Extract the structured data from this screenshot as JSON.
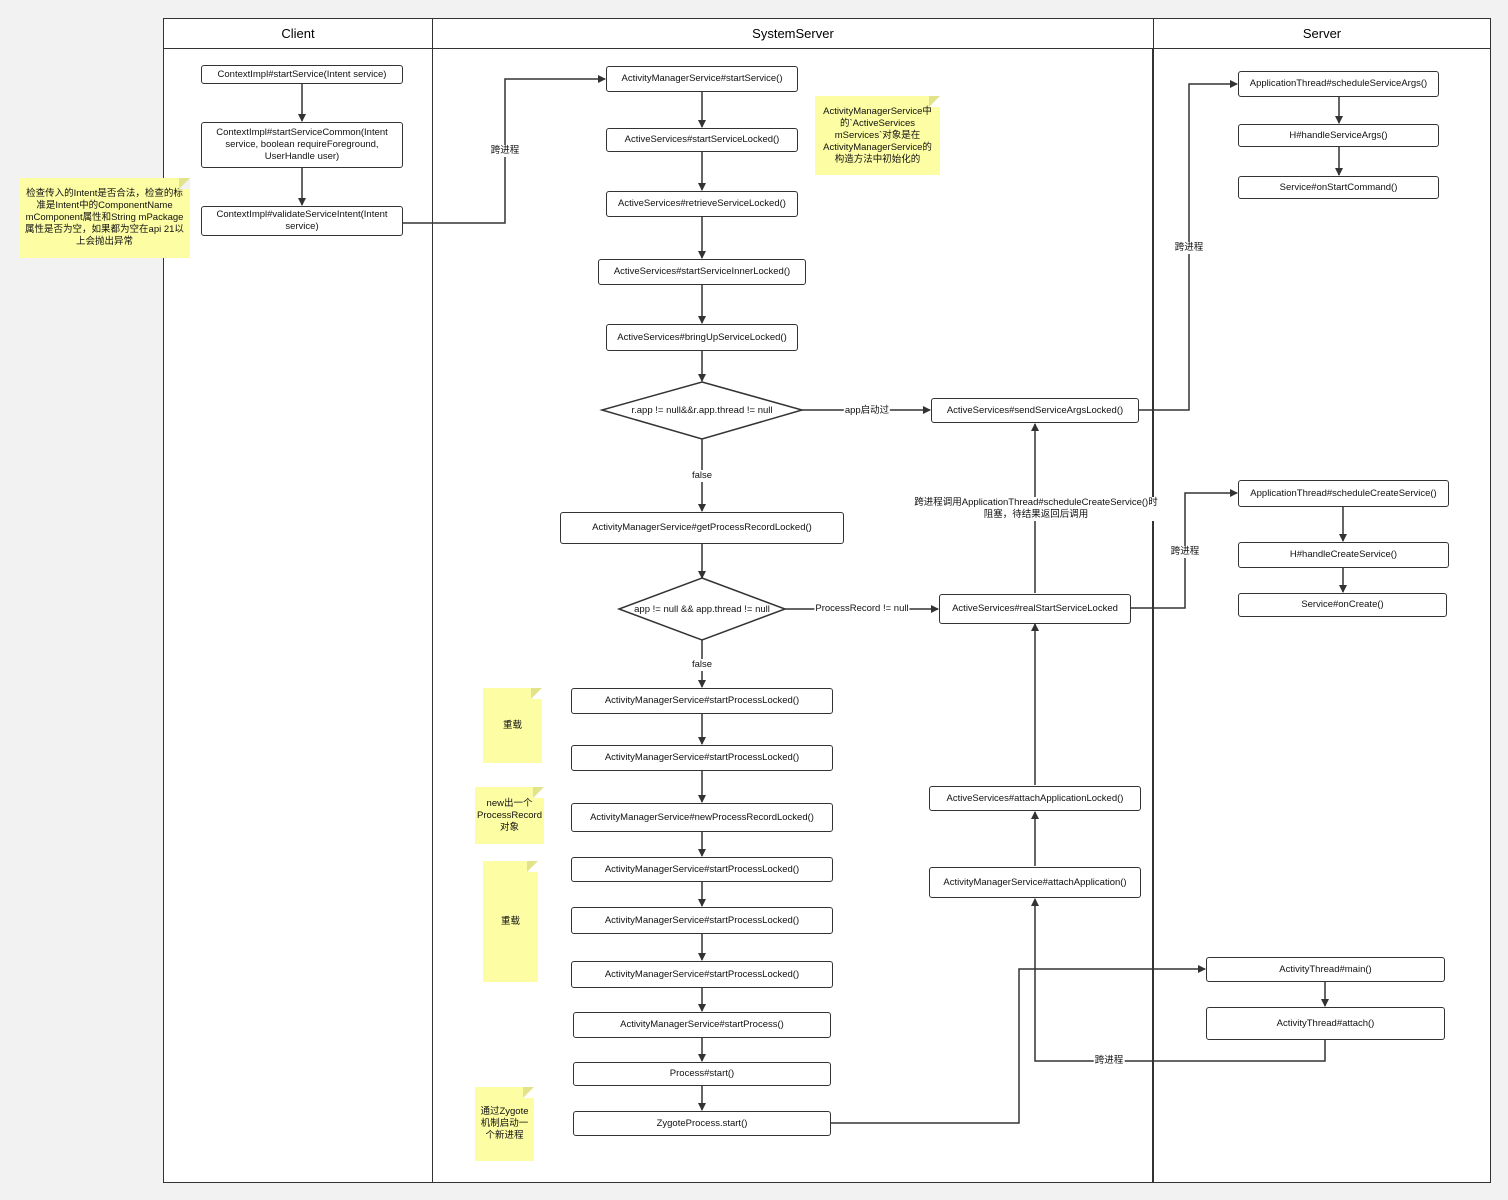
{
  "lanes": {
    "client": "Client",
    "system_server": "SystemServer",
    "server": "Server"
  },
  "client": {
    "start_service": "ContextImpl#startService(Intent service)",
    "start_service_common": "ContextImpl#startServiceCommon(Intent service, boolean requireForeground, UserHandle user)",
    "validate_intent": "ContextImpl#validateServiceIntent(Intent service)",
    "note_validate": "检查传入的Intent是否合法，检查的标准是Intent中的ComponentName mComponent属性和String mPackage属性是否为空，如果都为空在api 21以上会抛出异常"
  },
  "system": {
    "ams_start_service": "ActivityManagerService#startService()",
    "start_service_locked": "ActiveServices#startServiceLocked()",
    "retrieve_service_locked": "ActiveServices#retrieveServiceLocked()",
    "start_service_inner_locked": "ActiveServices#startServiceInnerLocked()",
    "bring_up_service_locked": "ActiveServices#bringUpServiceLocked()",
    "decision_app_thread": "r.app != null&&r.app.thread != null",
    "get_process_record_locked": "ActivityManagerService#getProcessRecordLocked()",
    "decision_process": "app != null && app.thread != null",
    "start_process_locked_1": "ActivityManagerService#startProcessLocked()",
    "start_process_locked_2": "ActivityManagerService#startProcessLocked()",
    "new_process_record_locked": "ActivityManagerService#newProcessRecordLocked()",
    "start_process_locked_3": "ActivityManagerService#startProcessLocked()",
    "start_process_locked_4": "ActivityManagerService#startProcessLocked()",
    "start_process_locked_5": "ActivityManagerService#startProcessLocked()",
    "ams_start_process": "ActivityManagerService#startProcess()",
    "process_start": "Process#start()",
    "zygote_start": "ZygoteProcess.start()",
    "send_service_args_locked": "ActiveServices#sendServiceArgsLocked()",
    "real_start_service_locked": "ActiveServices#realStartServiceLocked",
    "attach_application_locked": "ActiveServices#attachApplicationLocked()",
    "ams_attach_application": "ActivityManagerService#attachApplication()",
    "note_ams": "ActivityManagerService中的`ActiveServices mServices`对象是在ActivityManagerService的构造方法中初始化的",
    "note_overload_1": "重载",
    "note_new_record": "new出一个ProcessRecord对象",
    "note_overload_2": "重载",
    "note_zygote": "通过Zygote机制启动一个新进程"
  },
  "server": {
    "schedule_service_args": "ApplicationThread#scheduleServiceArgs()",
    "handle_service_args": "H#handleServiceArgs()",
    "on_start_command": "Service#onStartCommand()",
    "schedule_create_service": "ApplicationThread#scheduleCreateService()",
    "handle_create_service": "H#handleCreateService()",
    "on_create": "Service#onCreate()",
    "activity_thread_main": "ActivityThread#main()",
    "activity_thread_attach": "ActivityThread#attach()"
  },
  "edge_labels": {
    "cross_process_1": "跨进程",
    "app_started": "app启动过",
    "false_1": "false",
    "cross_process_call": "跨进程调用ApplicationThread#scheduleCreateService()时阻塞，待结果返回后调用",
    "process_record_null": "ProcessRecord != null",
    "false_2": "false",
    "cross_process_2": "跨进程",
    "cross_process_3": "跨进程",
    "cross_process_4": "跨进程"
  }
}
